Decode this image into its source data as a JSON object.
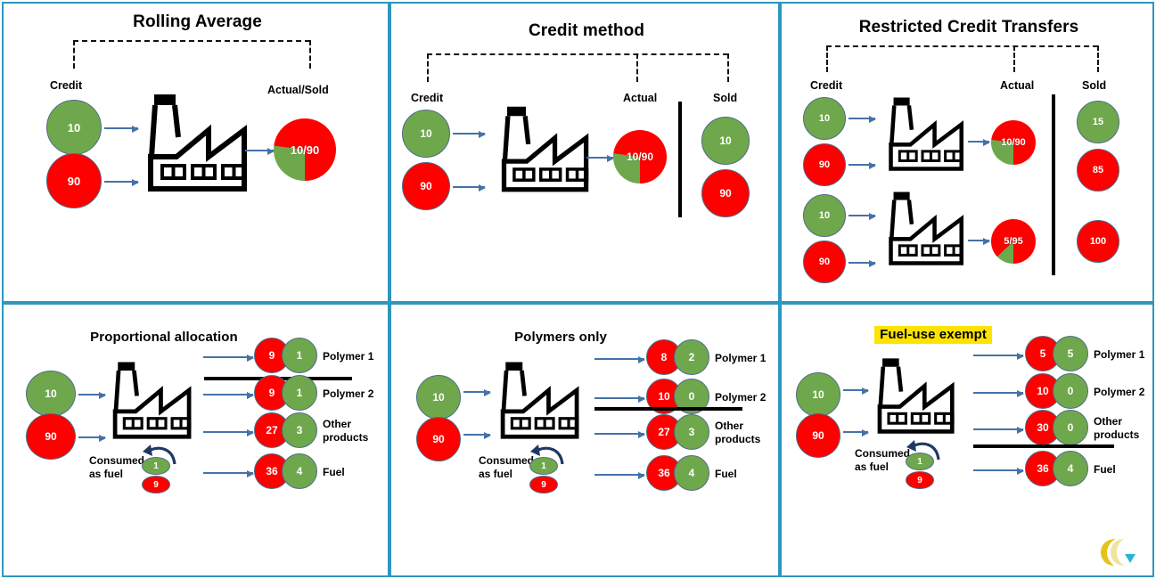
{
  "theme": {
    "border_color": "#2E97BF",
    "green": "#6FA84C",
    "red": "#FE0000",
    "arrow_blue": "#4472A8",
    "highlight_yellow": "#FFE300",
    "logo_gold": "#E8C21A",
    "logo_cyan": "#2BB3D6"
  },
  "panels": [
    {
      "id": "rolling-average",
      "title": "Rolling Average",
      "headers": {
        "credit": "Credit",
        "output": "Actual/Sold"
      },
      "inputs": [
        {
          "value": "10",
          "color": "green"
        },
        {
          "value": "90",
          "color": "red"
        }
      ],
      "pie": {
        "label": "10/90",
        "green_pct": 27
      },
      "icon": "factory-icon"
    },
    {
      "id": "credit-method",
      "title": "Credit method",
      "headers": {
        "credit": "Credit",
        "actual": "Actual",
        "sold": "Sold"
      },
      "inputs": [
        {
          "value": "10",
          "color": "green"
        },
        {
          "value": "90",
          "color": "red"
        }
      ],
      "pie": {
        "label": "10/90",
        "green_pct": 27
      },
      "sold": [
        {
          "value": "10",
          "color": "green"
        },
        {
          "value": "90",
          "color": "red"
        }
      ],
      "icon": "factory-icon"
    },
    {
      "id": "restricted-credit-transfers",
      "title": "Restricted Credit Transfers",
      "headers": {
        "credit": "Credit",
        "actual": "Actual",
        "sold": "Sold"
      },
      "rows": [
        {
          "inputs": [
            {
              "value": "10",
              "color": "green"
            },
            {
              "value": "90",
              "color": "red"
            }
          ],
          "pie": {
            "label": "10/90",
            "green_pct": 27
          }
        },
        {
          "inputs": [
            {
              "value": "10",
              "color": "green"
            },
            {
              "value": "90",
              "color": "red"
            }
          ],
          "pie": {
            "label": "5/95",
            "green_pct": 13
          }
        }
      ],
      "sold": [
        {
          "value": "15",
          "color": "green"
        },
        {
          "value": "85",
          "color": "red"
        },
        {
          "value": "100",
          "color": "red"
        }
      ],
      "icon": "factory-icon"
    },
    {
      "id": "proportional-allocation",
      "title": "Proportional allocation",
      "highlighted": false,
      "inputs": [
        {
          "value": "10",
          "color": "green"
        },
        {
          "value": "90",
          "color": "red"
        }
      ],
      "consumed_label": "Consumed\nas fuel",
      "consumed": [
        {
          "value": "1",
          "color": "green"
        },
        {
          "value": "9",
          "color": "red"
        }
      ],
      "outputs": [
        {
          "red": "9",
          "green": "1",
          "label": "Polymer 1"
        },
        {
          "red": "9",
          "green": "1",
          "label": "Polymer 2"
        },
        {
          "red": "27",
          "green": "3",
          "label": "Other\nproducts"
        },
        {
          "red": "36",
          "green": "4",
          "label": "Fuel"
        }
      ],
      "rule_after_output_index": 0,
      "icon": "factory-icon"
    },
    {
      "id": "polymers-only",
      "title": "Polymers only",
      "highlighted": false,
      "inputs": [
        {
          "value": "10",
          "color": "green"
        },
        {
          "value": "90",
          "color": "red"
        }
      ],
      "consumed_label": "Consumed\nas fuel",
      "consumed": [
        {
          "value": "1",
          "color": "green"
        },
        {
          "value": "9",
          "color": "red"
        }
      ],
      "outputs": [
        {
          "red": "8",
          "green": "2",
          "label": "Polymer 1"
        },
        {
          "red": "10",
          "green": "0",
          "label": "Polymer 2"
        },
        {
          "red": "27",
          "green": "3",
          "label": "Other\nproducts"
        },
        {
          "red": "36",
          "green": "4",
          "label": "Fuel"
        }
      ],
      "rule_after_output_index": 1,
      "icon": "factory-icon"
    },
    {
      "id": "fuel-use-exempt",
      "title": "Fuel-use exempt",
      "highlighted": true,
      "inputs": [
        {
          "value": "10",
          "color": "green"
        },
        {
          "value": "90",
          "color": "red"
        }
      ],
      "consumed_label": "Consumed\nas fuel",
      "consumed": [
        {
          "value": "1",
          "color": "green"
        },
        {
          "value": "9",
          "color": "red"
        }
      ],
      "outputs": [
        {
          "red": "5",
          "green": "5",
          "label": "Polymer 1"
        },
        {
          "red": "10",
          "green": "0",
          "label": "Polymer 2"
        },
        {
          "red": "30",
          "green": "0",
          "label": "Other\nproducts"
        },
        {
          "red": "36",
          "green": "4",
          "label": "Fuel"
        }
      ],
      "rule_after_output_index": 2,
      "icon": "factory-icon"
    }
  ],
  "logo": {
    "name": "company-logo"
  }
}
